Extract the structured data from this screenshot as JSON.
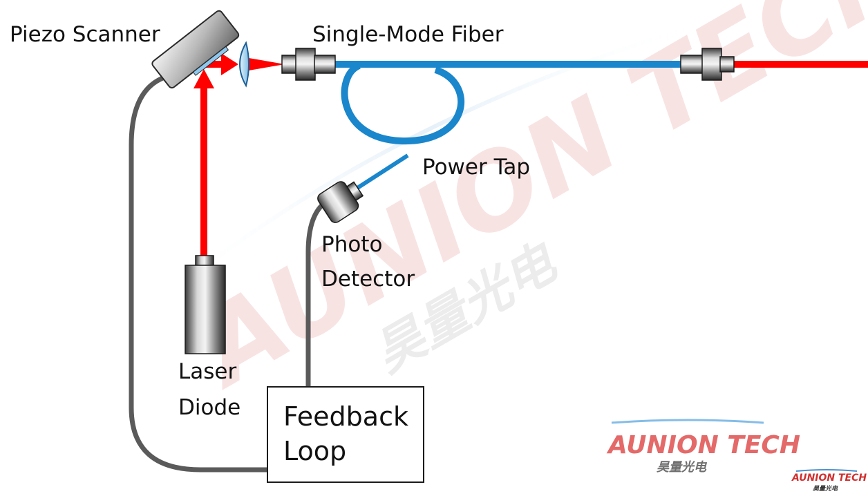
{
  "labels": {
    "piezo_scanner": "Piezo Scanner",
    "single_mode_fiber": "Single-Mode Fiber",
    "power_tap": "Power Tap",
    "photo_detector_line1": "Photo",
    "photo_detector_line2": "Detector",
    "laser_diode_line1": "Laser",
    "laser_diode_line2": "Diode",
    "feedback_loop_line1": "Feedback",
    "feedback_loop_line2": "Loop"
  },
  "watermark": {
    "big_text": "AUNION TECH",
    "big_chinese": "昊量光电",
    "logo_text": "AUNION TECH",
    "logo_chinese": "昊量光电",
    "small_logo_text": "AUNION TECH",
    "small_logo_chinese": "昊量光电"
  },
  "colors": {
    "laser_beam": "#ff0000",
    "fiber": "#1a86cc",
    "cable": "#5a5a5a",
    "brand_red": "#e05050",
    "brand_blue": "#4a90d0"
  }
}
